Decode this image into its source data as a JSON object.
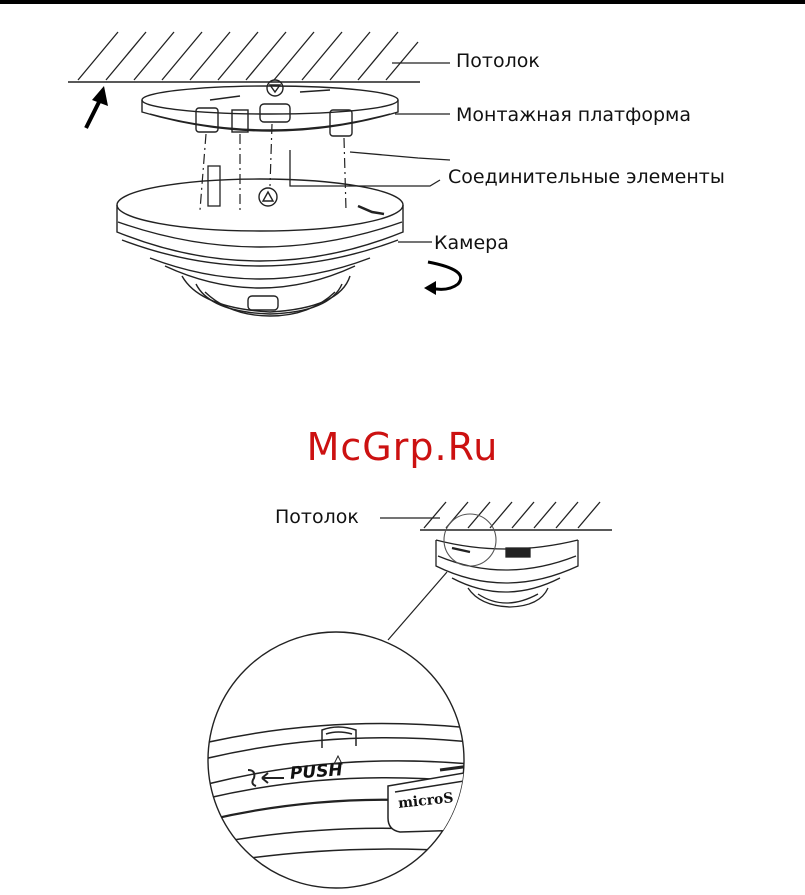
{
  "diagram_top": {
    "labels": {
      "ceiling": "Потолок",
      "mounting_platform": "Монтажная платформа",
      "connecting_elements": "Соединительные элементы",
      "camera": "Камера"
    }
  },
  "watermark": "McGrp.Ru",
  "diagram_bottom": {
    "labels": {
      "ceiling": "Потолок"
    },
    "detail": {
      "push_text": "PUSH",
      "card_text": "microS"
    }
  }
}
